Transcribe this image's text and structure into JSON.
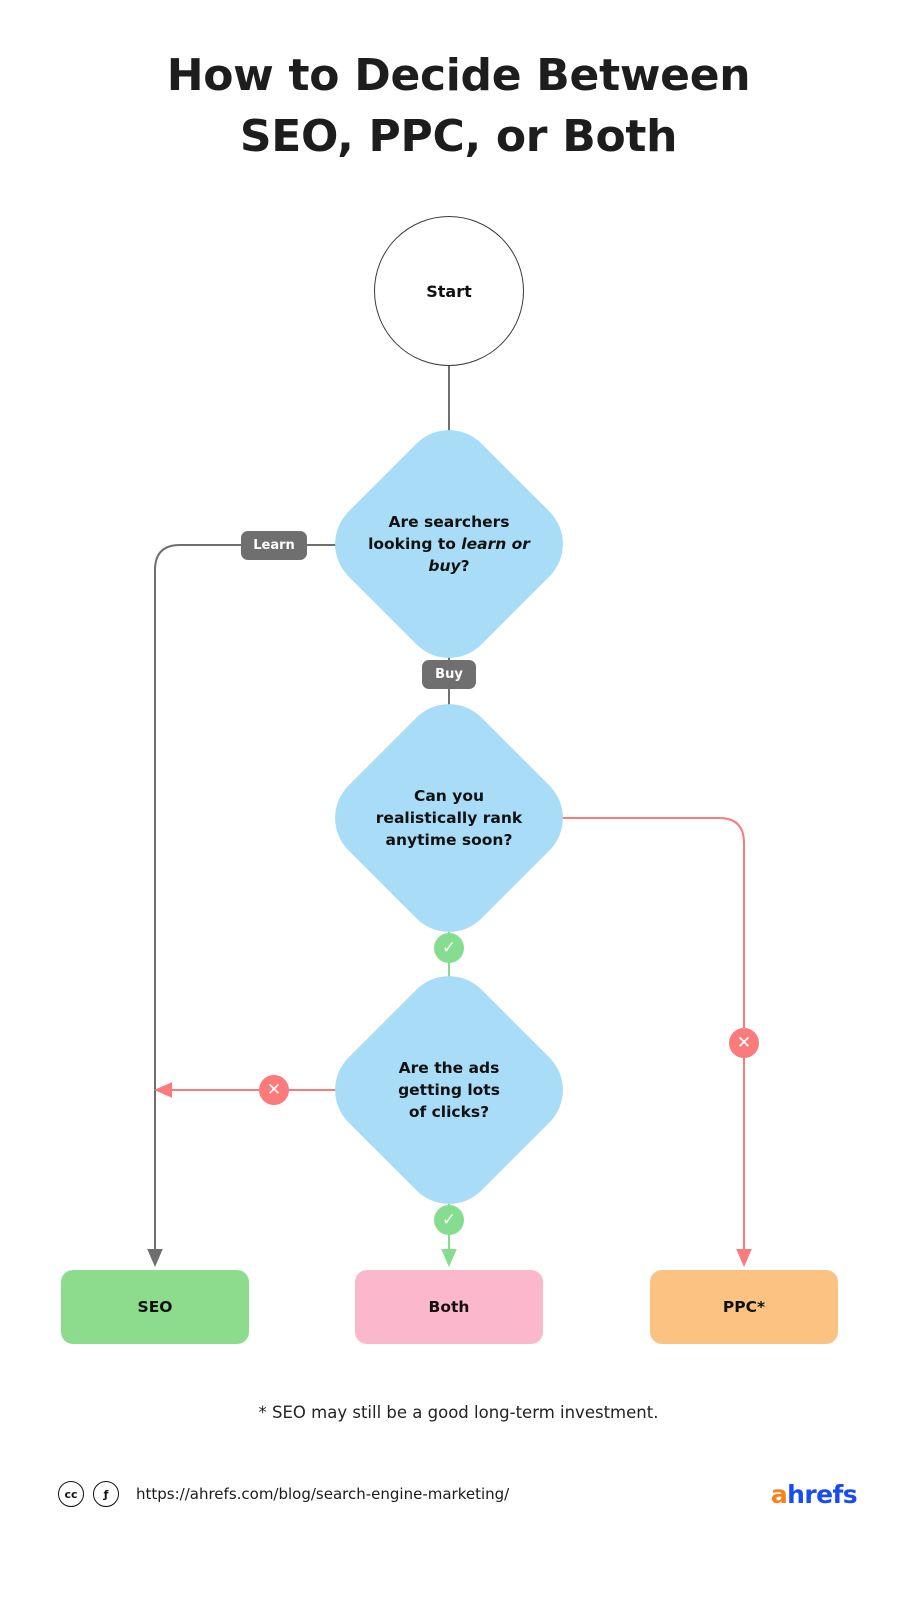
{
  "title": {
    "line1": "How to Decide Between",
    "line2": "SEO, PPC, or Both"
  },
  "nodes": {
    "start": {
      "label": "Start"
    },
    "decision1": {
      "text_before": "Are searchers looking to ",
      "text_italic": "learn or buy",
      "text_after": "?"
    },
    "decision2": {
      "line1": "Can you",
      "line2": "realistically rank",
      "line3": "anytime soon?"
    },
    "decision3": {
      "line1": "Are the ads",
      "line2": "getting lots",
      "line3": "of clicks?"
    }
  },
  "edge_labels": {
    "learn": "Learn",
    "buy": "Buy",
    "yes_glyph": "✓",
    "no_glyph": "✕"
  },
  "results": [
    {
      "label": "SEO",
      "color": "#8ddc8d"
    },
    {
      "label": "Both",
      "color": "#fbb8cd"
    },
    {
      "label": "PPC*",
      "color": "#fbc281"
    }
  ],
  "footnote": "* SEO may still be a good long-term investment.",
  "footer": {
    "cc_glyph": "cc",
    "by_glyph": "ƒ",
    "url": "https://ahrefs.com/blog/search-engine-marketing/"
  },
  "brand": {
    "a": "a",
    "rest": "hrefs"
  },
  "colors": {
    "diamond": "#a8dcf7",
    "gray_edge": "#6f6f6f",
    "green_edge": "#85dd8f",
    "red_edge": "#fb7a7a",
    "pill": "#6f6f6f"
  }
}
